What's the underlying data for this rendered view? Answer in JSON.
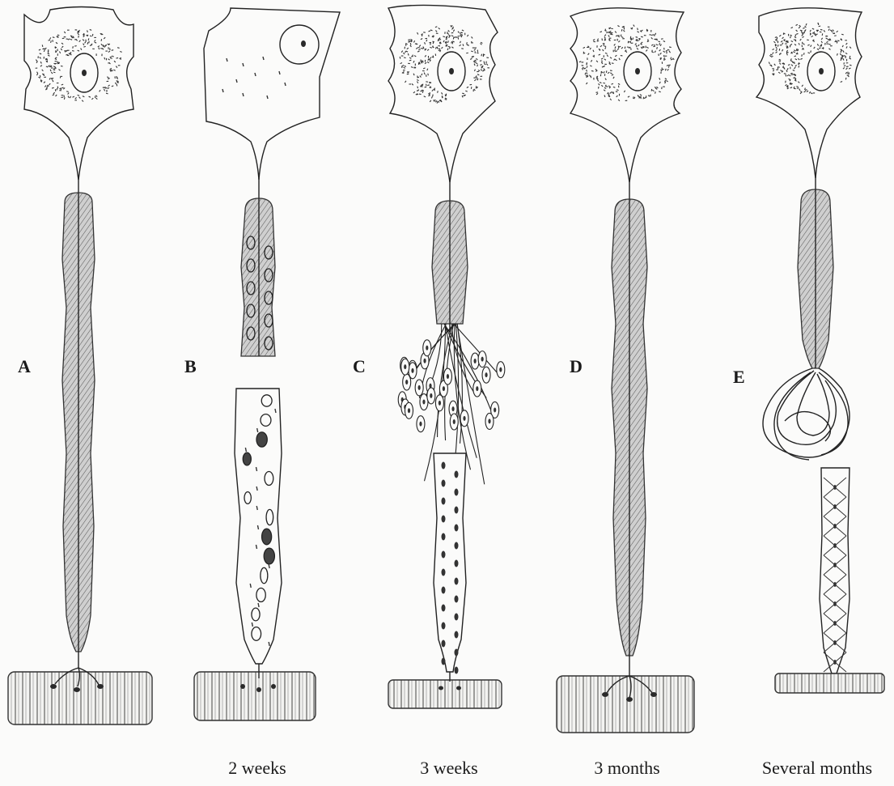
{
  "stages": [
    {
      "letter": "A",
      "caption": ""
    },
    {
      "letter": "B",
      "caption": "2 weeks"
    },
    {
      "letter": "C",
      "caption": "3 weeks"
    },
    {
      "letter": "D",
      "caption": "3 months"
    },
    {
      "letter": "E",
      "caption": "Several months"
    }
  ]
}
